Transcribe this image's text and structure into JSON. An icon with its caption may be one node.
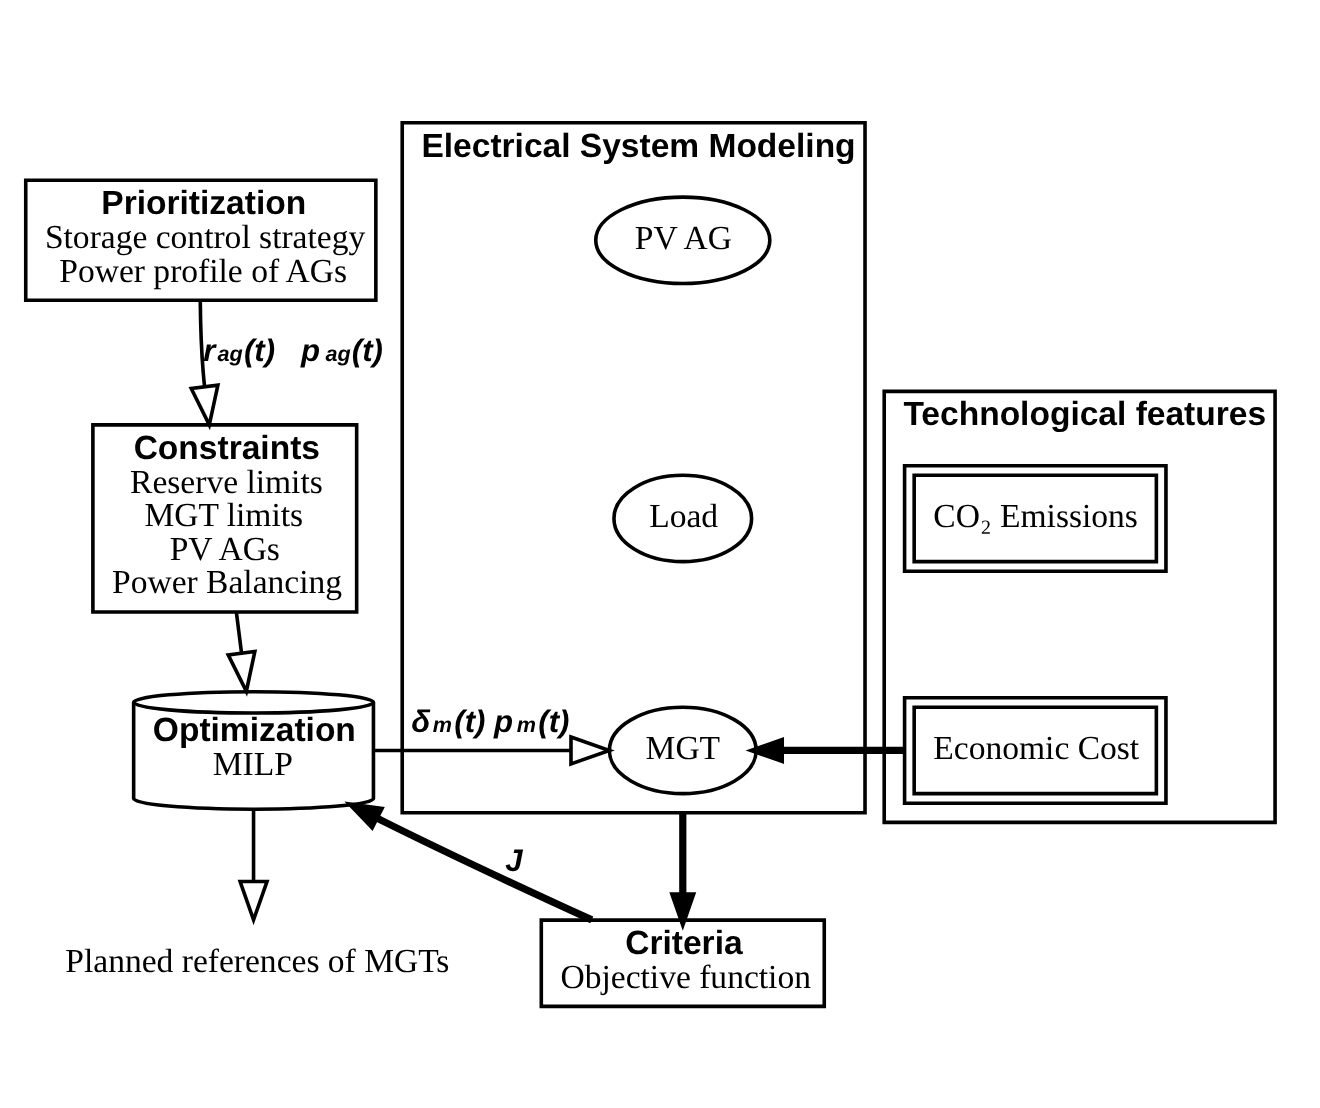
{
  "diagram": {
    "nodes": [
      {
        "text": [
          "Prioritization",
          "Storage control strategy",
          "Power profile of AGs"
        ]
      },
      {
        "text": [
          "Constraints",
          "Reserve limits",
          "MGT limits",
          "PV AGs",
          "Power Balancing"
        ]
      },
      {
        "text": [
          "Optimization",
          "MILP"
        ]
      },
      {
        "text": [
          "Planned references of MGTs"
        ]
      },
      {
        "text": [
          "Electrical System Modeling"
        ]
      },
      {
        "text": [
          "PV AG"
        ],
        "in": 4
      },
      {
        "text": [
          "Load"
        ],
        "in": 4
      },
      {
        "text": [
          "MGT"
        ],
        "in": 4
      },
      {
        "text": [
          "Technological features"
        ]
      },
      {
        "text": [
          "CO₂ Emissions"
        ],
        "in": 8
      },
      {
        "text": [
          "Economic Cost"
        ],
        "in": 8
      },
      {
        "text": [
          "Criteria",
          "Objective function"
        ]
      }
    ],
    "edges": [
      {
        "from": 0,
        "to": 1,
        "arrow": "to",
        "label": "r$_{ag}$(t)   p$_{ag}$(t)"
      },
      {
        "from": 1,
        "to": 2,
        "arrow": "to"
      },
      {
        "from": 2,
        "to": 3,
        "arrow": "to"
      },
      {
        "from": 2,
        "to": 7,
        "arrow": "to",
        "label": "δ$_{m}$(t) p$_{m}$(t)"
      },
      {
        "from": 10,
        "to": 7,
        "arrow": "to",
        "style": "thick"
      },
      {
        "from": 4,
        "to": 11,
        "arrow": "to",
        "style": "thick"
      },
      {
        "from": 11,
        "to": 2,
        "arrow": "to",
        "style": "thick",
        "label": "J"
      }
    ]
  }
}
